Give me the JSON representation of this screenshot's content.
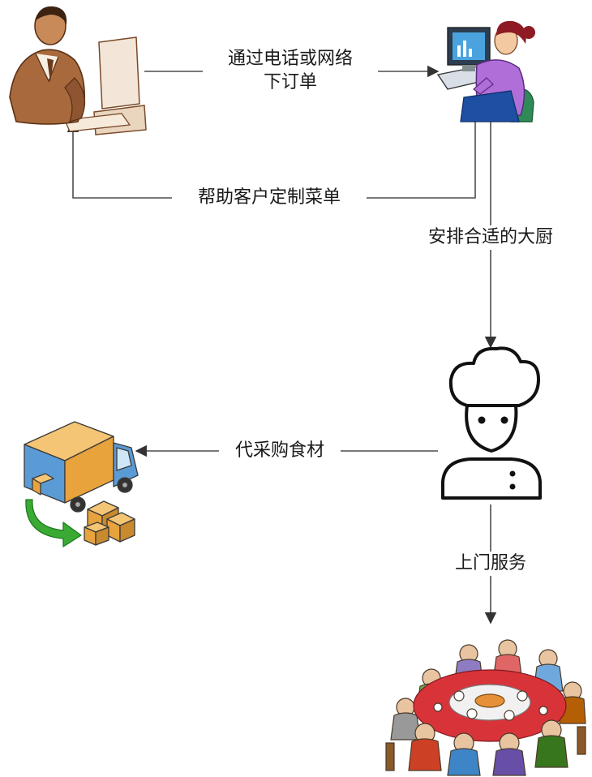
{
  "nodes": {
    "customer": {
      "icon": "businessman-at-computer-icon"
    },
    "service_agent": {
      "icon": "woman-at-computer-icon"
    },
    "chef": {
      "icon": "chef-icon"
    },
    "delivery": {
      "icon": "delivery-truck-boxes-icon"
    },
    "banquet": {
      "icon": "family-dinner-table-icon"
    }
  },
  "edges": {
    "order": {
      "line1": "通过电话或网络",
      "line2": "下订单"
    },
    "customize": {
      "label": "帮助客户定制菜单"
    },
    "assign_chef": {
      "label": "安排合适的大厨"
    },
    "purchase": {
      "label": "代采购食材"
    },
    "onsite": {
      "label": "上门服务"
    }
  },
  "colors": {
    "line": "#4d4d4d",
    "truck_box": "#e8a33d",
    "truck_cab": "#5b9bd5",
    "green_arrow": "#3aaa35",
    "agent_shirt": "#b06fd8",
    "monitor": "#4aa3df"
  }
}
